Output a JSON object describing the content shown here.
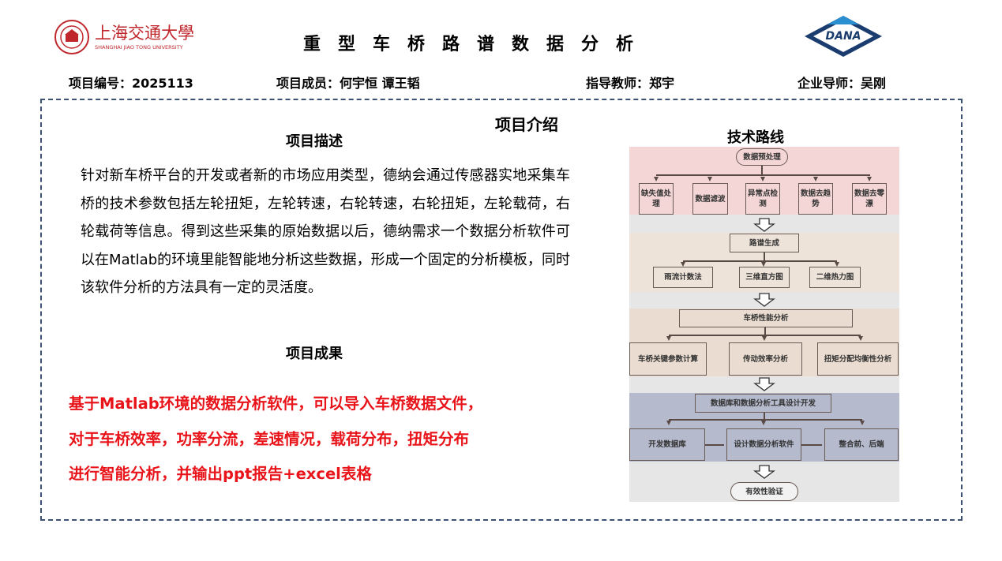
{
  "header": {
    "logo_text": "上海交通大學",
    "logo_subtext": "SHANGHAI JIAO TONG UNIVERSITY",
    "title": "重型车桥路谱数据分析",
    "partner_logo": "DANA"
  },
  "info": {
    "project_no": "项目编号：2025113",
    "members": "项目成员：何宇恒 谭王韬",
    "advisor": "指导教师：郑宇",
    "industry_mentor": "企业导师：吴刚"
  },
  "main": {
    "section_title": "项目介绍",
    "desc_title": "项目描述",
    "description": "针对新车桥平台的开发或者新的市场应用类型，德纳会通过传感器实地采集车桥的技术参数包括左轮扭矩，左轮转速，右轮转速，右轮扭矩，左轮载荷，右轮载荷等信息。得到这些采集的原始数据以后，德纳需求一个数据分析软件可以在Matlab的环境里能智能地分析这些数据，形成一个固定的分析模板，同时该软件分析的方法具有一定的灵活度。",
    "result_title": "项目成果",
    "results": [
      "基于Matlab环境的数据分析软件，可以导入车桥数据文件，",
      "对于车桥效率，功率分流，差速情况，载荷分布，扭矩分布",
      "进行智能分析，并输出ppt报告+excel表格"
    ],
    "roadmap_title": "技术路线"
  },
  "flowchart": {
    "s1": {
      "root": "数据预处理",
      "children": [
        "缺失值处理",
        "数据滤波",
        "异常点检测",
        "数据去趋势",
        "数据去零漂"
      ]
    },
    "s2": {
      "root": "路谱生成",
      "children": [
        "雨流计数法",
        "三维直方图",
        "二维热力图"
      ]
    },
    "s3": {
      "root": "车桥性能分析",
      "children": [
        "车桥关键参数计算",
        "传动效率分析",
        "扭矩分配均衡性分析"
      ]
    },
    "s4": {
      "root": "数据库和数据分析工具设计开发",
      "children": [
        "开发数据库",
        "设计数据分析软件",
        "整合前、后端"
      ]
    },
    "end": "有效性验证",
    "colors": {
      "s1": "#f4d6d6",
      "s2": "#eee3d9",
      "s3": "#eadcd0",
      "s4": "#b5bacd"
    }
  }
}
